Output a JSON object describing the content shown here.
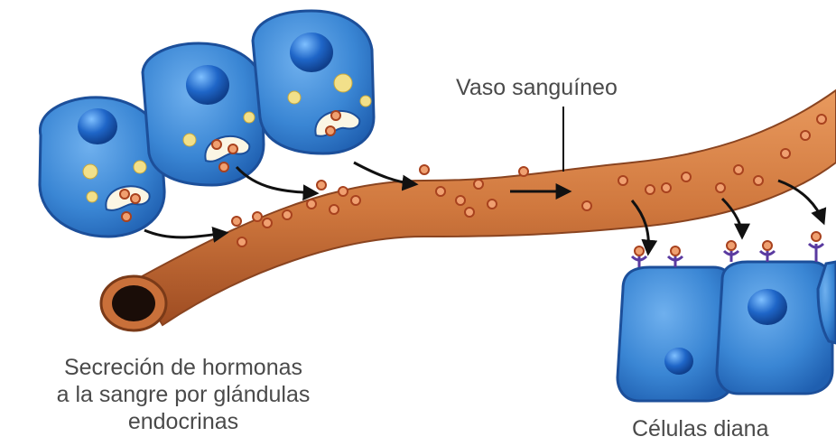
{
  "labels": {
    "blood_vessel": "Vaso sanguíneo",
    "secretion": [
      "Secreción de hormonas",
      "a la sangre por glándulas",
      "endocrinas"
    ],
    "target_cells": "Células diana"
  },
  "colors": {
    "cell_blue": "#2f7fd0",
    "cell_blue_dark": "#1c4f9a",
    "nucleus": "#1a5fc0",
    "vessel_orange": "#d0783e",
    "vessel_shadow": "#a8542a",
    "hormone_dot": "#c0522a",
    "granule_yellow": "#f2e08a",
    "arrow": "#111111",
    "label_text": "#4a4a4a"
  }
}
